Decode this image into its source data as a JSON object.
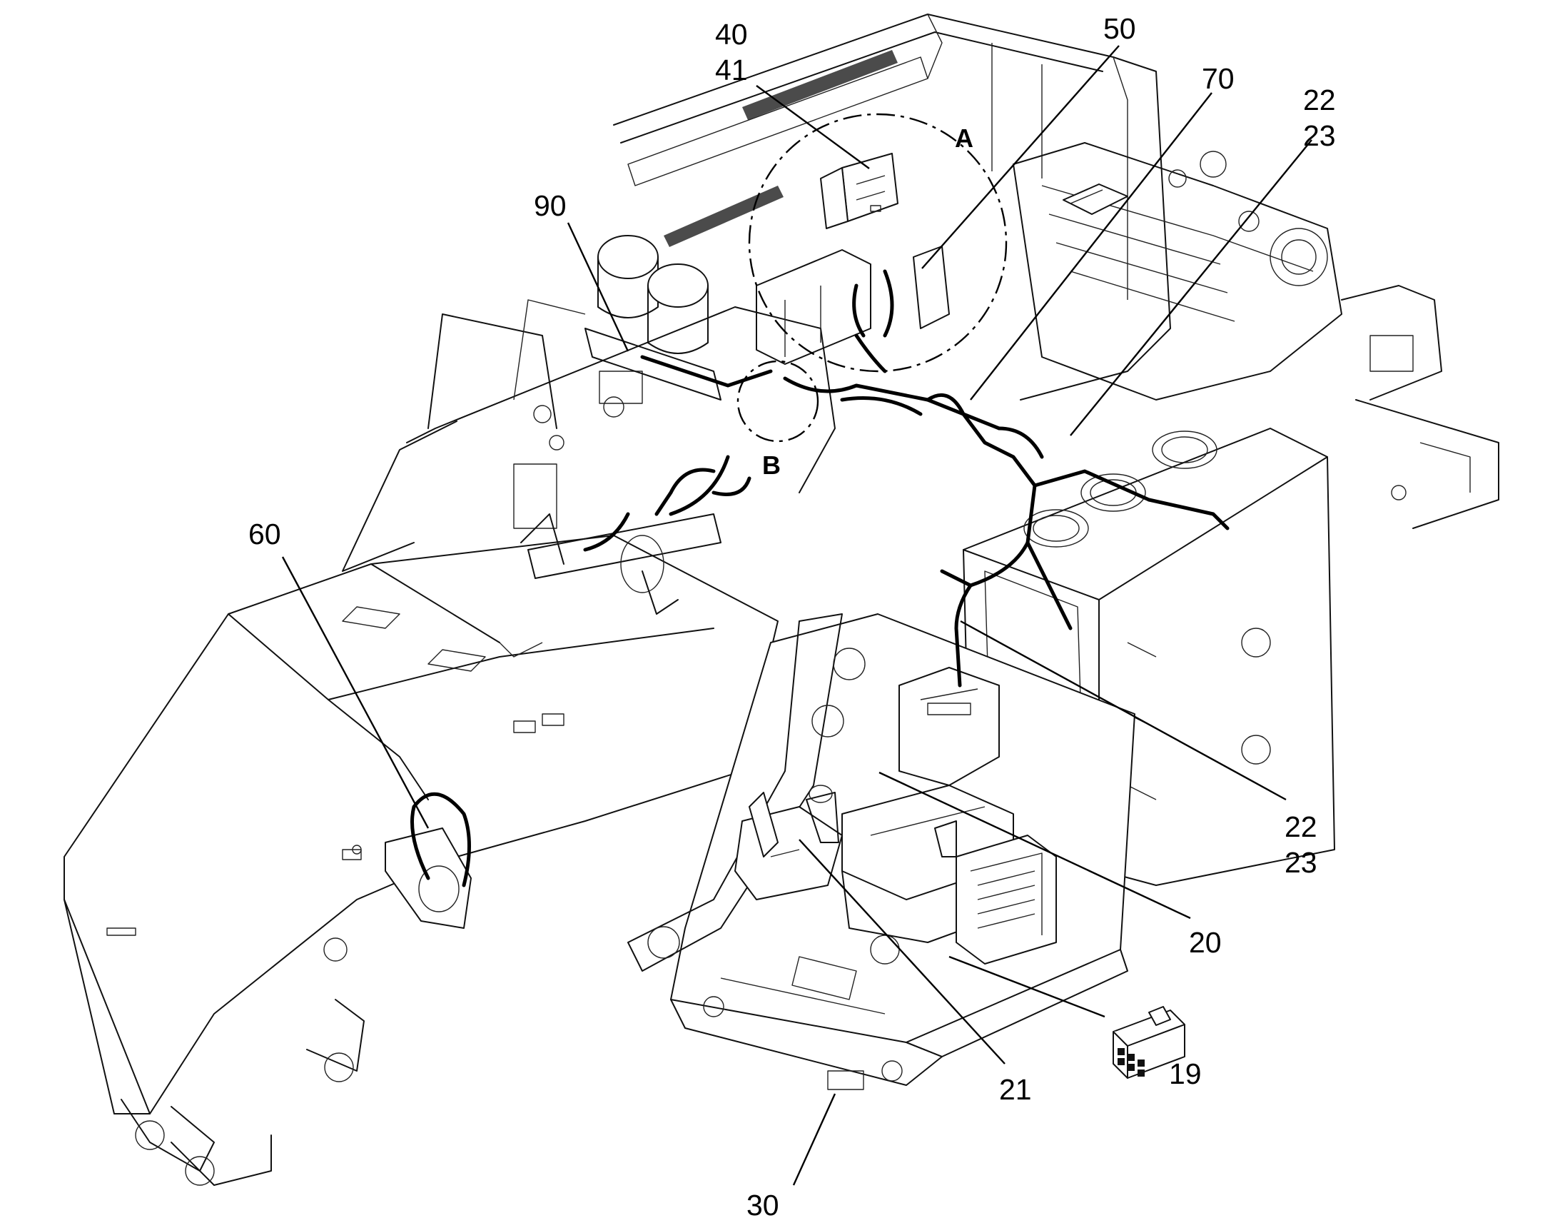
{
  "callouts": {
    "c40": "40",
    "c41": "41",
    "c50": "50",
    "c70": "70",
    "c90": "90",
    "c22_top": "22",
    "c23_top": "23",
    "c60": "60",
    "c22_right": "22",
    "c23_right": "23",
    "c20": "20",
    "c19": "19",
    "c21": "21",
    "c30": "30"
  },
  "detail_views": {
    "a": "A",
    "b": "B"
  },
  "colors": {
    "line": "#111111",
    "background": "#ffffff"
  }
}
